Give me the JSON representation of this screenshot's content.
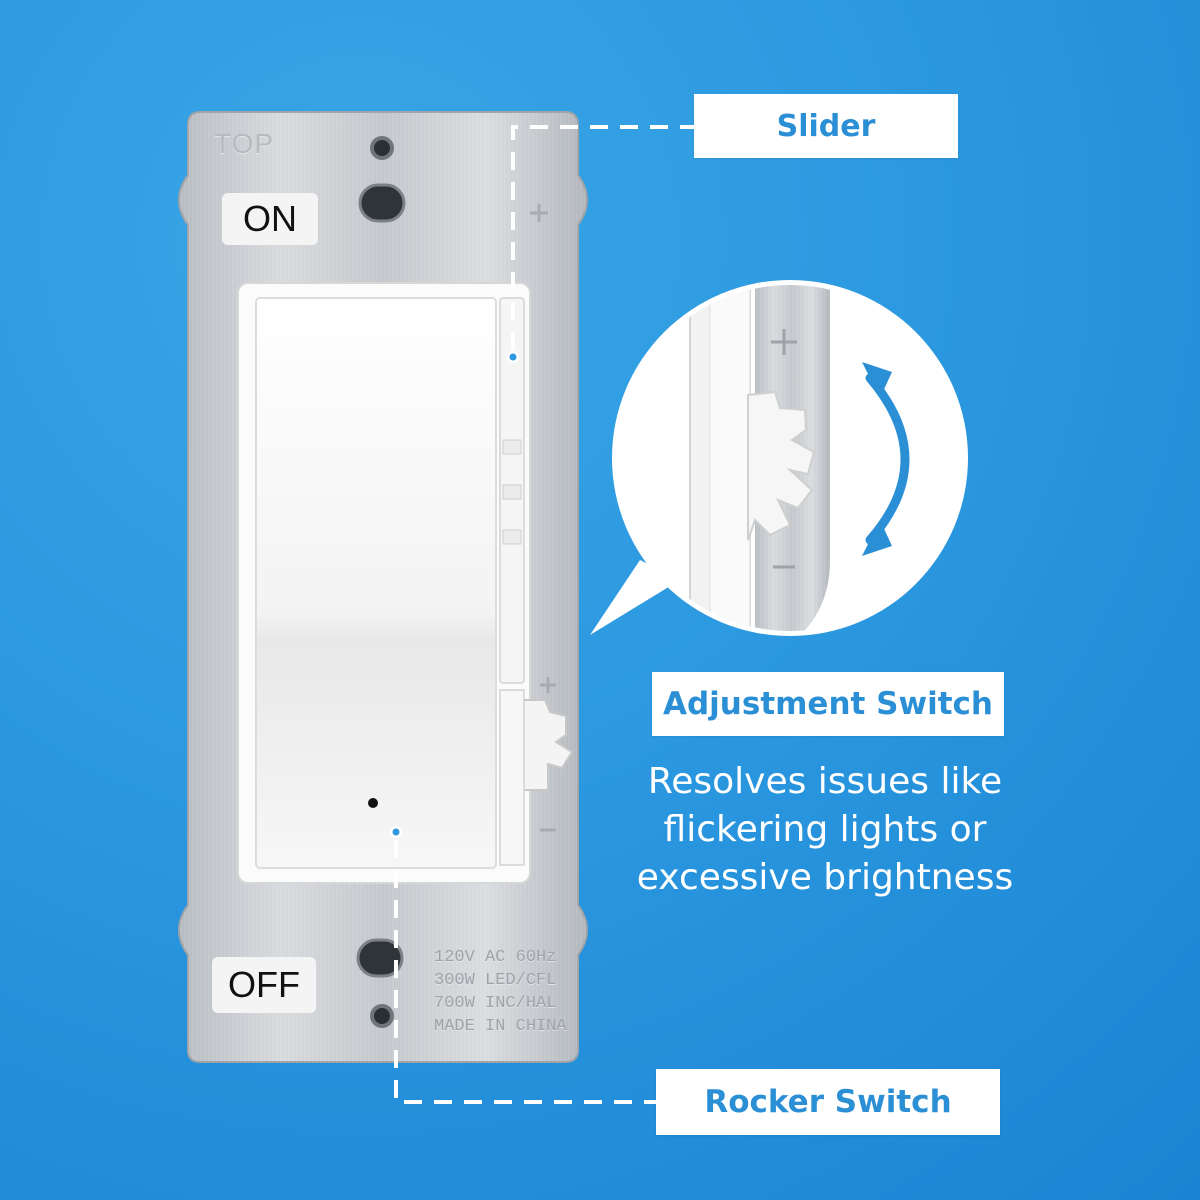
{
  "callouts": {
    "slider": "Slider",
    "adjustment_switch": "Adjustment Switch",
    "rocker_switch": "Rocker Switch"
  },
  "description": "Resolves issues like flickering lights or excessive brightness",
  "plate": {
    "top_mark": "TOP",
    "on_label": "ON",
    "off_label": "OFF",
    "rating_lines": [
      "120V AC 60Hz",
      "300W LED/CFL",
      "700W INC/HAL",
      "MADE IN CHINA"
    ]
  },
  "zoom_marks": {
    "plus": "+",
    "minus": "−"
  },
  "colors": {
    "background": "#2b98e0",
    "accent_blue": "#2b8fd6",
    "plate_steel": "#c4c8cc",
    "switch_white": "#f7f7f7"
  }
}
